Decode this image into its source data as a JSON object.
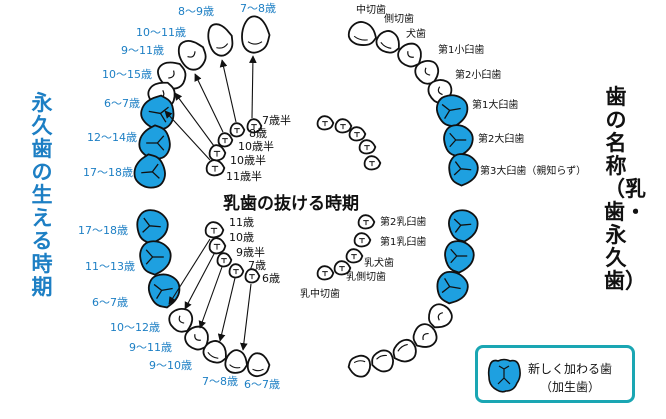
{
  "titles": {
    "left_vertical": "永久歯の生える時期",
    "center": "乳歯の抜ける時期",
    "right_vertical": "歯の名称（乳歯・永久歯）"
  },
  "legend": {
    "line1": "新しく加わる歯",
    "line2": "（加生歯）"
  },
  "colors": {
    "accent_blue": "#1d7fc4",
    "molar_fill": "#1ea0e0",
    "legend_border": "#1aa6b3",
    "outline": "#111111"
  },
  "upper_permanent_ages": [
    "7〜8歳",
    "8〜9歳",
    "10〜11歳",
    "9〜11歳",
    "10〜15歳",
    "6〜7歳",
    "12〜14歳",
    "17〜18歳"
  ],
  "lower_permanent_ages": [
    "17〜18歳",
    "11〜13歳",
    "6〜7歳",
    "10〜12歳",
    "9〜11歳",
    "9〜10歳",
    "7〜8歳",
    "6〜7歳"
  ],
  "upper_primary_loss": [
    "7歳半",
    "8歳",
    "10歳半",
    "10歳半",
    "11歳半"
  ],
  "lower_primary_loss": [
    "11歳",
    "10歳",
    "9歳半",
    "7歳",
    "6歳"
  ],
  "upper_tooth_names": [
    "中切歯",
    "側切歯",
    "犬歯",
    "第1小臼歯",
    "第2小臼歯",
    "第1大臼歯",
    "第2大臼歯",
    "第3大臼歯（親知らず）"
  ],
  "lower_primary_names": [
    "第2乳臼歯",
    "第1乳臼歯",
    "乳犬歯",
    "乳側切歯",
    "乳中切歯"
  ]
}
